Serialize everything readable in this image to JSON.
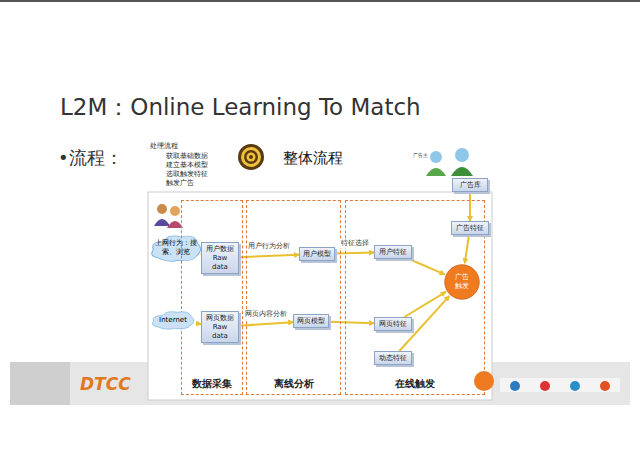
{
  "diagram": {
    "title": "L2M：Online Learning To Match",
    "nodes": [
      {
        "text": [
          "上网行为：搜索、浏览"
        ]
      },
      {
        "text": [
          "数据采集"
        ]
      },
      {
        "text": [
          "离线分析"
        ]
      },
      {
        "text": [
          "在线触发"
        ]
      },
      {
        "text": [
          "用户数据 Raw data"
        ],
        "in": 1
      },
      {
        "text": [
          "用户模型"
        ],
        "in": 2
      },
      {
        "text": [
          "用户特征"
        ],
        "in": 3
      },
      {
        "text": [
          "Internet"
        ]
      },
      {
        "text": [
          "网页数据 Raw data"
        ],
        "in": 1
      },
      {
        "text": [
          "网页模型"
        ],
        "in": 2
      },
      {
        "text": [
          "网页特征"
        ],
        "in": 3
      },
      {
        "text": [
          "动态特征"
        ],
        "in": 3
      },
      {
        "text": [
          "广告库"
        ]
      },
      {
        "text": [
          "广告特征"
        ],
        "in": 3
      },
      {
        "text": [
          "广告触发"
        ],
        "in": 3
      }
    ],
    "edges": [
      {
        "from": 0,
        "to": 4,
        "arrow": "to"
      },
      {
        "from": 4,
        "to": 5,
        "label": "用户行为分析",
        "arrow": "to"
      },
      {
        "from": 5,
        "to": 6,
        "label": "特征选择",
        "arrow": "to"
      },
      {
        "from": 6,
        "to": 14,
        "arrow": "to"
      },
      {
        "from": 7,
        "to": 8,
        "arrow": "to"
      },
      {
        "from": 8,
        "to": 9,
        "label": "网页内容分析",
        "arrow": "to"
      },
      {
        "from": 9,
        "to": 10,
        "arrow": "to"
      },
      {
        "from": 10,
        "to": 14,
        "arrow": "to"
      },
      {
        "from": 11,
        "to": 14,
        "arrow": "to"
      },
      {
        "from": 12,
        "to": 13,
        "arrow": "to"
      },
      {
        "from": 13,
        "to": 14,
        "arrow": "to"
      }
    ],
    "labels": [
      "•流程：",
      "处理流程",
      "获取基础数据",
      "建立基本模型",
      "选取触发特征",
      "触发广告",
      "整体流程",
      "广告主",
      "DTCC"
    ]
  }
}
